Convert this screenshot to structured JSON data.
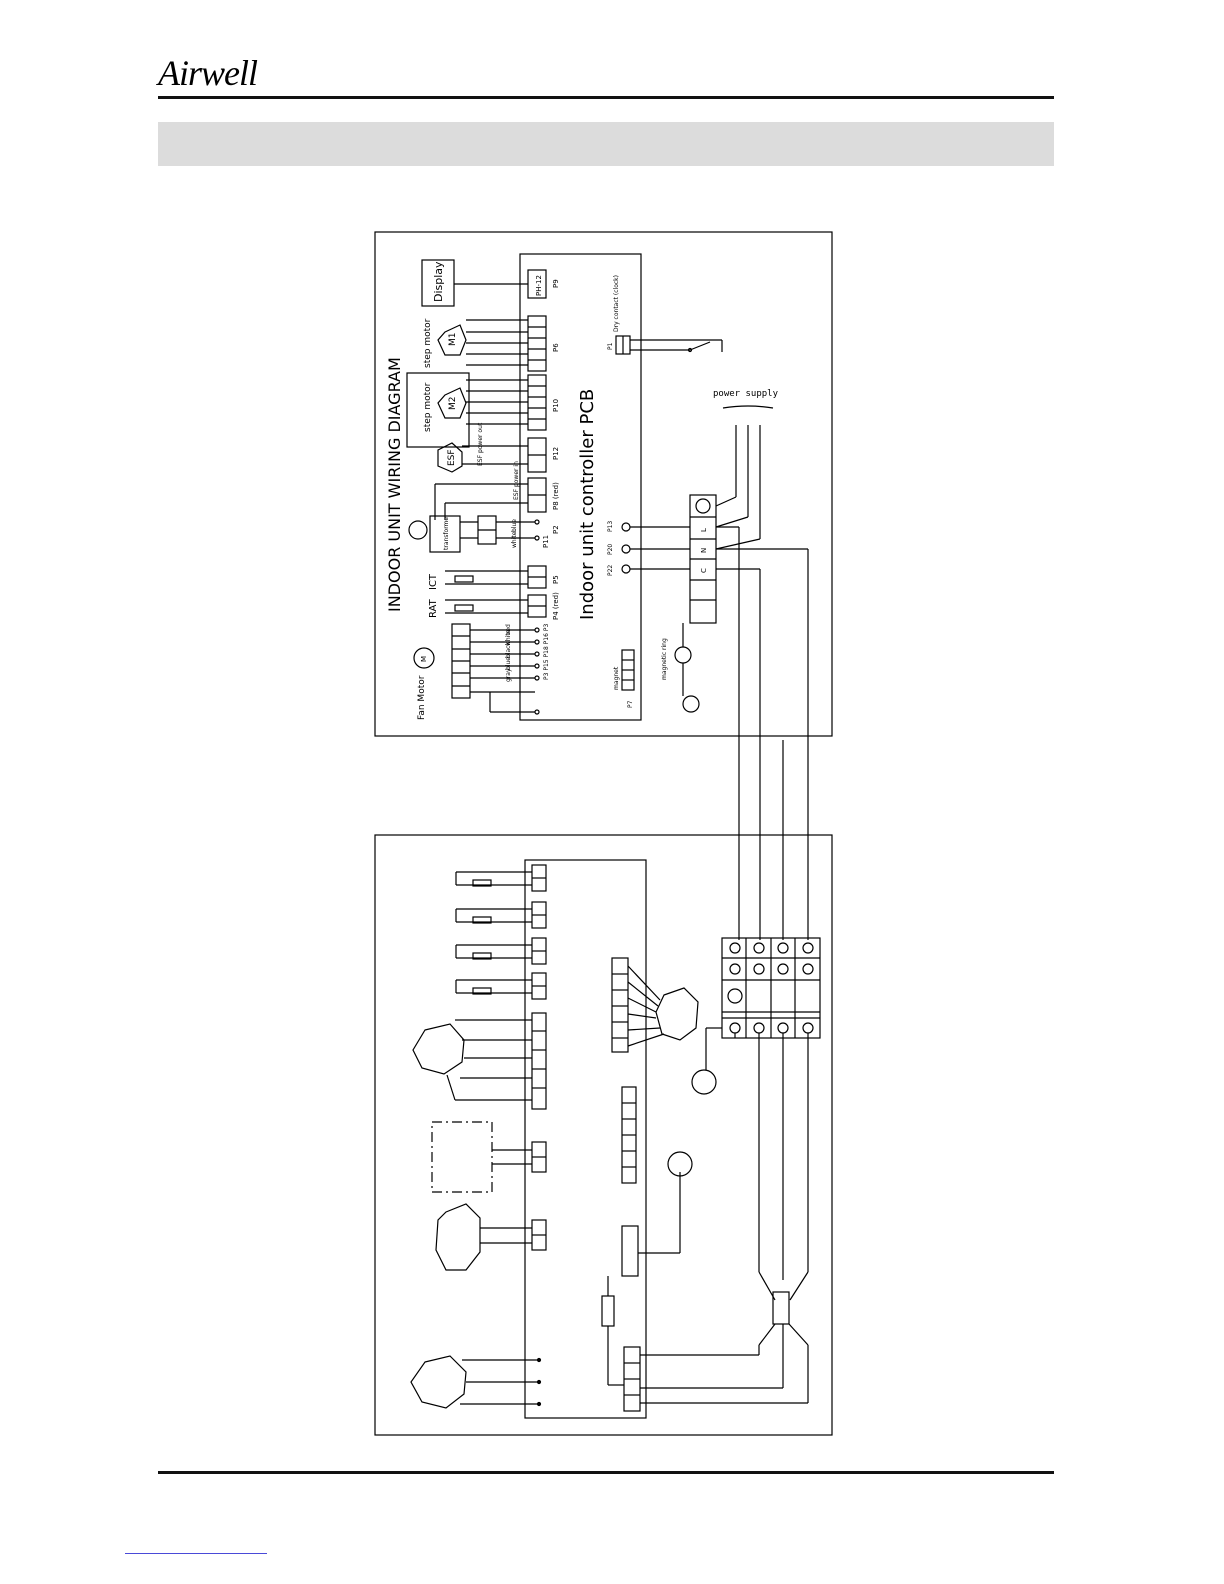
{
  "header": {
    "brand": "Airwell"
  },
  "indoor": {
    "title": "INDOOR UNIT WIRING DIAGRAM",
    "pcb_label": "Indoor unit controller PCB",
    "display_label": "Display",
    "p9_label": "P9",
    "ph_label": "PH-12",
    "step_motor_1": "step motor",
    "m1": "M1",
    "p6": "P6",
    "step_motor_2": "step motor",
    "m2": "M2",
    "p10": "P10",
    "esf": "ESF",
    "esf_power_out": "ESF power out",
    "p12": "P12",
    "esf_power_in": "ESF power in",
    "p8": "P8 (red)",
    "p2": "P2",
    "p11": "P11",
    "blue": "blue",
    "white": "white",
    "transformer": "transformer",
    "ict": "ICT",
    "p5": "P5",
    "rat": "RAT",
    "p4": "P4 (red)",
    "fan_motor": "Fan Motor",
    "fan_m": "M",
    "fan_pins": "P3 P15 P18 P16 P3",
    "fan_wires": [
      "red",
      "white",
      "black",
      "blue",
      "gray"
    ],
    "p7": "P7",
    "magnet": "magnet",
    "dry_contact": "Dry contact (clock)",
    "p1": "P1",
    "p13": "P13",
    "p20": "P20",
    "p22": "P22",
    "power_supply": "power supply",
    "magnetic_ring": "magnetic ring",
    "terminal_l": "L",
    "terminal_n": "N",
    "terminal_c": "C"
  }
}
